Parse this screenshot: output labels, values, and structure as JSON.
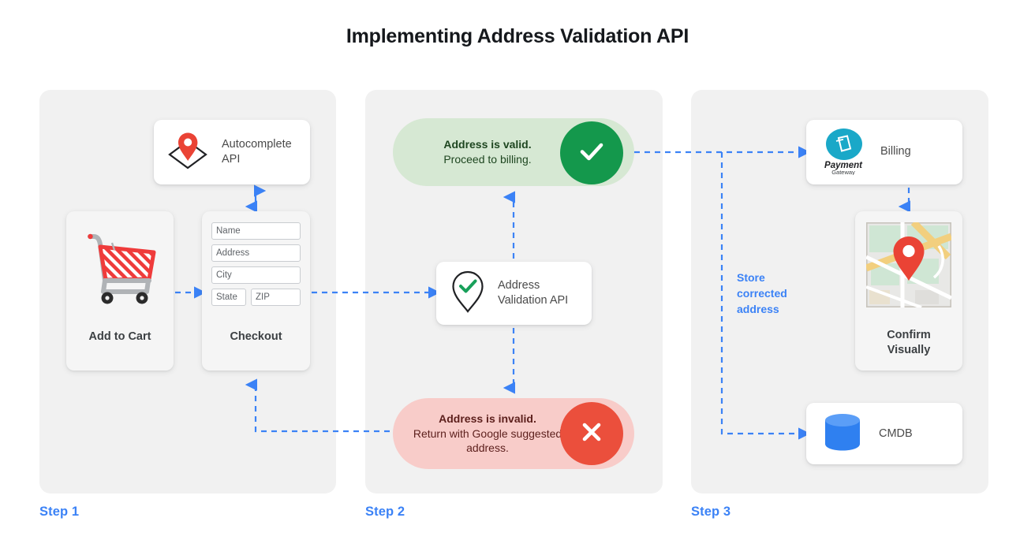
{
  "page": {
    "title": "Implementing Address Validation API",
    "accent_blue": "#3b82f6",
    "panel_bg": "#f1f1f1",
    "valid_pill_bg": "#d6e8d3",
    "valid_badge_color": "#14984c",
    "invalid_pill_bg": "#f8ccc9",
    "invalid_badge_color": "#eb4f3c"
  },
  "step1": {
    "label": "Step 1",
    "autocomplete_card": {
      "icon": "map-pin-diamond-icon",
      "label_line1": "Autocomplete",
      "label_line2": "API"
    },
    "cart_card": {
      "icon": "shopping-cart-icon",
      "caption": "Add to Cart"
    },
    "checkout_card": {
      "caption": "Checkout",
      "fields": [
        {
          "name": "name-field",
          "placeholder": "Name"
        },
        {
          "name": "address-field",
          "placeholder": "Address"
        },
        {
          "name": "city-field",
          "placeholder": "City"
        },
        {
          "name": "state-field",
          "placeholder": "State"
        },
        {
          "name": "zip-field",
          "placeholder": "ZIP"
        }
      ]
    }
  },
  "step2": {
    "label": "Step 2",
    "valid_pill": {
      "headline": "Address is valid.",
      "body": "Proceed to billing.",
      "badge_icon": "checkmark-icon"
    },
    "invalid_pill": {
      "headline": "Address is invalid.",
      "body": "Return with Google suggested address.",
      "badge_icon": "close-x-icon"
    },
    "validation_card": {
      "icon": "pin-check-icon",
      "label_line1": "Address",
      "label_line2": "Validation API"
    }
  },
  "step3": {
    "label": "Step 3",
    "billing_card": {
      "icon": "payment-gateway-logo",
      "logo_line1": "Payment",
      "logo_line2": "Gateway",
      "label": "Billing"
    },
    "confirm_card": {
      "icon": "map-thumbnail-icon",
      "caption_line1": "Confirm",
      "caption_line2": "Visually"
    },
    "cmdb_card": {
      "icon": "database-icon",
      "label": "CMDB"
    },
    "store_note": "Store corrected address"
  }
}
